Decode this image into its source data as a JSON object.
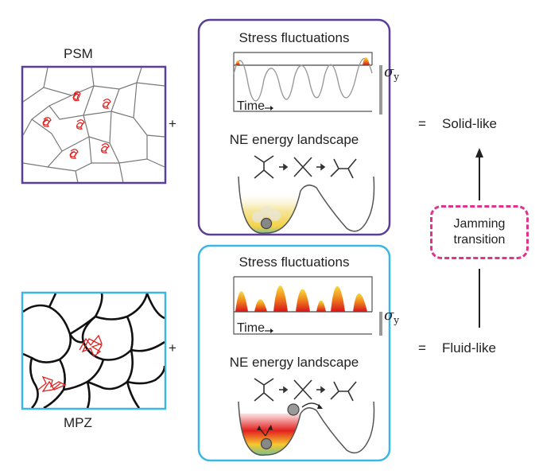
{
  "labels": {
    "psm": "PSM",
    "mpz": "MPZ",
    "plus_top": "+",
    "plus_bottom": "+",
    "equals_top": "=",
    "equals_bottom": "=",
    "solid": "Solid-like",
    "fluid": "Fluid-like",
    "jamming_line1": "Jamming",
    "jamming_line2": "transition"
  },
  "top_panel": {
    "stress_title": "Stress fluctuations",
    "time_label": "Time",
    "sigma_label": "σ",
    "sigma_sub": "y",
    "landscape_title": "NE energy landscape"
  },
  "bottom_panel": {
    "stress_title": "Stress fluctuations",
    "time_label": "Time",
    "sigma_label": "σ",
    "sigma_sub": "y",
    "landscape_title": "NE energy landscape"
  },
  "colors": {
    "psm_border": "#5a3f9a",
    "mpz_border": "#3bb7e6",
    "jamming_border": "#e0338c",
    "trajectory": "#e0201e"
  }
}
